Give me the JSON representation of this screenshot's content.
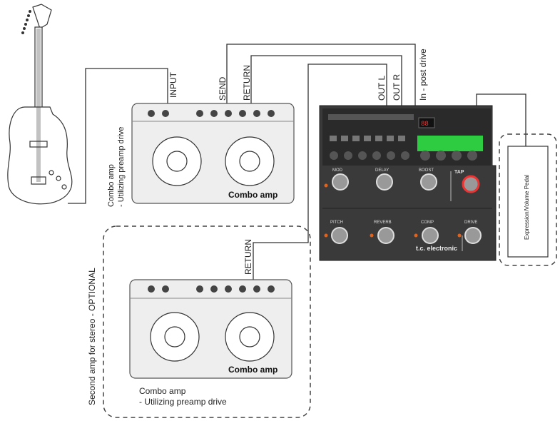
{
  "connections": {
    "input": "INPUT",
    "send": "SEND",
    "return_top": "RETURN",
    "out_l": "OUT L",
    "out_r": "OUT R",
    "in_post_drive": "In - post drive",
    "return_bottom": "RETURN"
  },
  "amp1": {
    "title": "Combo amp",
    "side_caption_1": "Combo amp",
    "side_caption_2": "- Utilizing preamp drive"
  },
  "amp2": {
    "title": "Combo amp",
    "caption_1": "Combo amp",
    "caption_2": "- Utilizing preamp drive",
    "optional_label": "Second amp for stereo - OPTIONAL"
  },
  "pedalboard": {
    "knobs": [
      "MOD",
      "DELAY",
      "BOOST",
      "PITCH",
      "REVERB",
      "COMP",
      "DRIVE"
    ],
    "tap_label": "TAP",
    "brand": "t.c. electronic"
  },
  "expression_pedal": {
    "label": "Expression/Volume Pedal"
  },
  "colors": {
    "line": "#333333",
    "amp_body": "#eeeeee",
    "pedal_body": "#3a3a3a",
    "display": "#2ecc40"
  }
}
